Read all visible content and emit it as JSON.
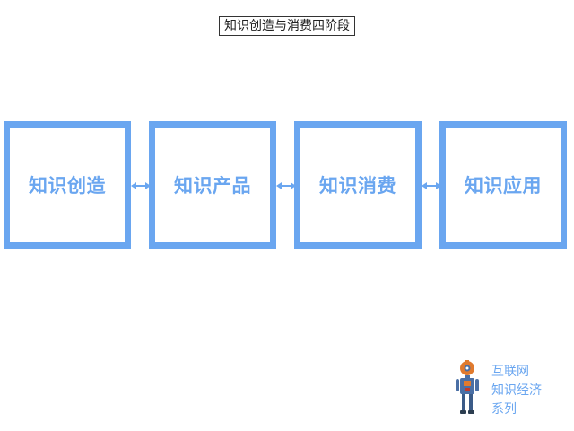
{
  "title": "知识创造与消费四阶段",
  "stages": [
    {
      "label": "知识创造"
    },
    {
      "label": "知识产品"
    },
    {
      "label": "知识消费"
    },
    {
      "label": "知识应用"
    }
  ],
  "brand": {
    "lines": [
      "互联网",
      "知识经济",
      "系列"
    ]
  },
  "colors": {
    "accent": "#6aa6f0",
    "title_border": "#333333",
    "robot_orange": "#e07a2e",
    "robot_blue": "#4a6fa5"
  },
  "icons": {
    "connector": "double-arrow-icon",
    "mascot": "robot-icon"
  }
}
